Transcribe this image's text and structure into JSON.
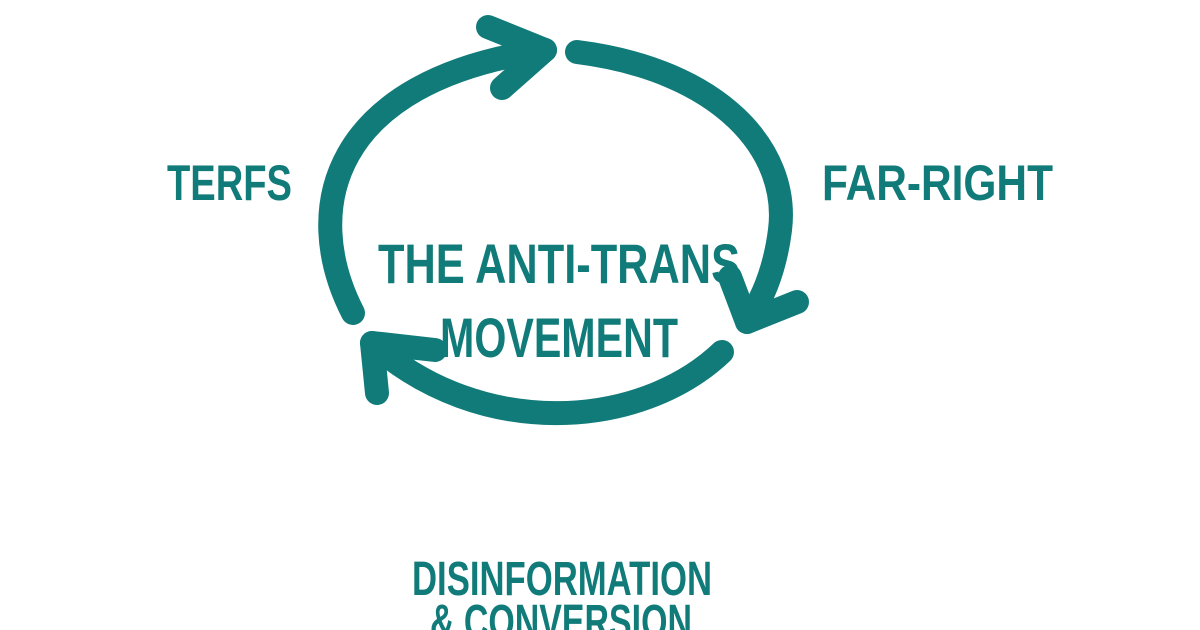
{
  "diagram": {
    "center_title": [
      "THE ANTI-TRANS",
      "MOVEMENT"
    ],
    "nodes": [
      {
        "label": "TERFS"
      },
      {
        "label": "FAR-RIGHT"
      },
      {
        "label": "DISINFORMATION",
        "label2": "& CONVERSION"
      }
    ],
    "color": "#117b7a"
  }
}
